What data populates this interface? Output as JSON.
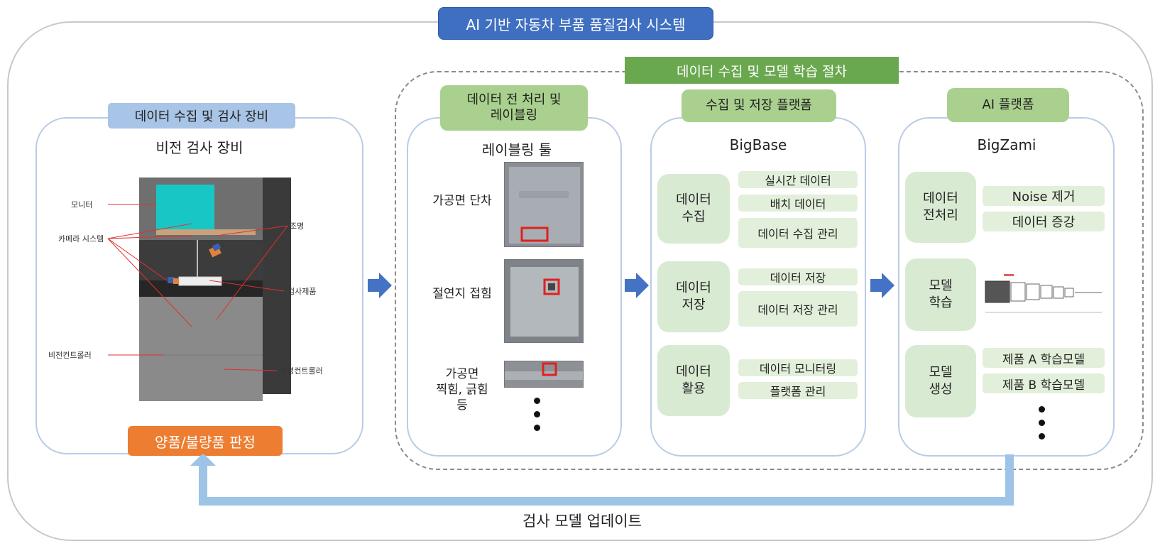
{
  "title": "AI 기반 자동차 부품 품질검사 시스템",
  "process_header": "데이터 수집 및 모델 학습 절차",
  "equipment": {
    "header": "데이터 수집 및 검사 장비",
    "subtitle": "비전 검사 장비",
    "callouts": {
      "monitor": "모니터",
      "camera": "카메라 시스템",
      "lighting": "조명",
      "product": "검사제품",
      "vision_controller": "비전컨트롤러",
      "light_controller": "조명컨트롤러"
    },
    "verdict": "양품/불량품 판정"
  },
  "labeling": {
    "header_line1": "데이터 전 처리 및",
    "header_line2": "레이블링",
    "subtitle": "레이블링 툴",
    "defects": [
      {
        "label": "가공면 단차"
      },
      {
        "label": "절연지 접힘"
      },
      {
        "label_line1": "가공면",
        "label_line2": "찍힘, 긁힘",
        "label_line3": "등"
      }
    ]
  },
  "storage": {
    "header": "수집 및 저장 플랫폼",
    "subtitle": "BigBase",
    "groups": [
      {
        "line1": "데이터",
        "line2": "수집",
        "items": [
          "실시간 데이터",
          "배치 데이터",
          "데이터 수집 관리"
        ]
      },
      {
        "line1": "데이터",
        "line2": "저장",
        "items": [
          "데이터 저장",
          "데이터 저장 관리"
        ]
      },
      {
        "line1": "데이터",
        "line2": "활용",
        "items": [
          "데이터 모니터링",
          "플랫폼 관리"
        ]
      }
    ]
  },
  "ai": {
    "header": "AI 플랫폼",
    "subtitle": "BigZami",
    "groups": [
      {
        "line1": "데이터",
        "line2": "전처리",
        "items": [
          "Noise 제거",
          "데이터 증강"
        ]
      },
      {
        "line1": "모델",
        "line2": "학습",
        "items": []
      },
      {
        "line1": "모델",
        "line2": "생성",
        "items": [
          "제품 A 학습모델",
          "제품 B 학습모델"
        ]
      }
    ]
  },
  "feedback_label": "검사 모델 업데이트",
  "colors": {
    "title_blue": "#3f6fc1",
    "green_header": "#6aa84f",
    "tag_green": "#a9d08e",
    "tag_blue": "#a8c4e6",
    "pill_green": "#d9ead3",
    "orange": "#ec7d31",
    "arrow_blue": "#4472c4",
    "feedback_blue": "#9dc3e6",
    "cyan_monitor": "#19c6c6"
  },
  "icons": [
    "right-arrow-icon",
    "feedback-arrow-icon",
    "ellipsis-dots-icon"
  ]
}
